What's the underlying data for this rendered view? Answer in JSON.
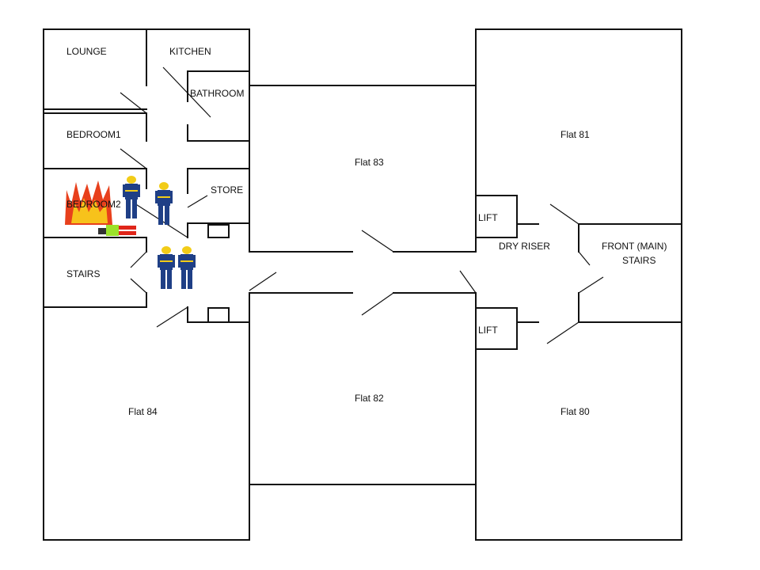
{
  "rooms": {
    "lounge": "LOUNGE",
    "kitchen": "KITCHEN",
    "bathroom": "BATHROOM",
    "bedroom1": "BEDROOM1",
    "bedroom2": "BEDROOM2",
    "store": "STORE",
    "stairs": "STAIRS",
    "lift_upper": "LIFT",
    "lift_lower": "LIFT",
    "dry_riser": "DRY RISER",
    "front_stairs_line1": "FRONT (MAIN)",
    "front_stairs_line2": "STAIRS"
  },
  "flats": {
    "flat_81": "Flat 81",
    "flat_83": "Flat 83",
    "flat_84": "Flat 84",
    "flat_82": "Flat 82",
    "flat_80": "Flat 80"
  },
  "icons": {
    "fire": "fire-icon",
    "casualty": "casualty-icon",
    "firefighter": "firefighter-icon"
  },
  "colors": {
    "wall": "#111111",
    "fire_outer": "#e8401c",
    "fire_inner": "#f7c21b",
    "firefighter_uniform": "#1f3f86",
    "firefighter_helmet": "#f2cc18",
    "casualty_top": "#9be22a",
    "casualty_legs": "#e0261a"
  }
}
